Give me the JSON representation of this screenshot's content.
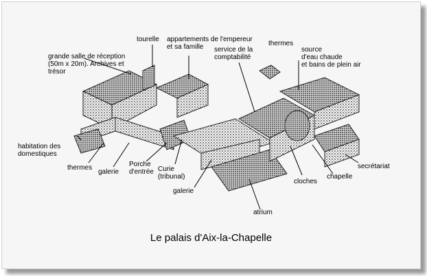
{
  "title": "Le palais d'Aix-la-Chapelle",
  "labels": {
    "tourelle": "tourelle",
    "appartements": "appartements de l'empereur\net sa famille",
    "thermes_top": "thermes",
    "grande_salle": "grande salle de réception\n(50m x 20m). Archives et\ntrésor",
    "service": "service de la\ncomptabilité",
    "source": "source\nd'eau chaude\net bains de plein air",
    "habitation": "habitation des\ndomestiques",
    "thermes_left": "thermes",
    "galerie_left": "galerie",
    "porche": "Porche\nd'entrée",
    "curie": "Curie\n(tribunal)",
    "galerie_bottom": "galerie",
    "secretariat": "secrétariat",
    "chapelle": "chapelle",
    "cloches": "cloches",
    "atrium": "atrium"
  }
}
